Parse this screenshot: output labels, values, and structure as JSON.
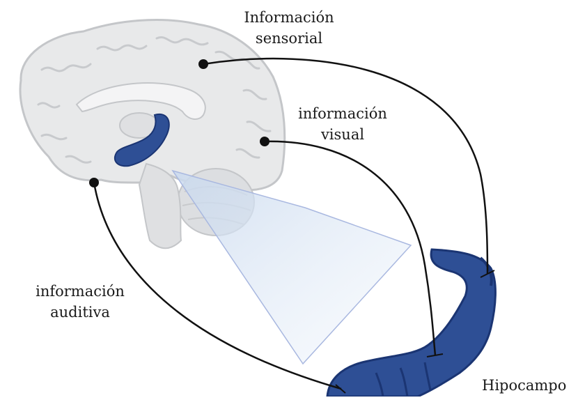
{
  "labels": {
    "sensory_line1": "Información",
    "sensory_line2": "sensorial",
    "visual_line1": "información",
    "visual_line2": "visual",
    "auditory_line1": "información",
    "auditory_line2": "auditiva",
    "hippocampus": "Hipocampo"
  },
  "colors": {
    "brain_fill": "#e8e9ea",
    "brain_outline": "#c4c6c9",
    "hippocampus_fill": "#2e4f95",
    "hippocampus_dark": "#1b3573",
    "connector": "#111111",
    "zoom_highlight": "#d7e4f2"
  }
}
